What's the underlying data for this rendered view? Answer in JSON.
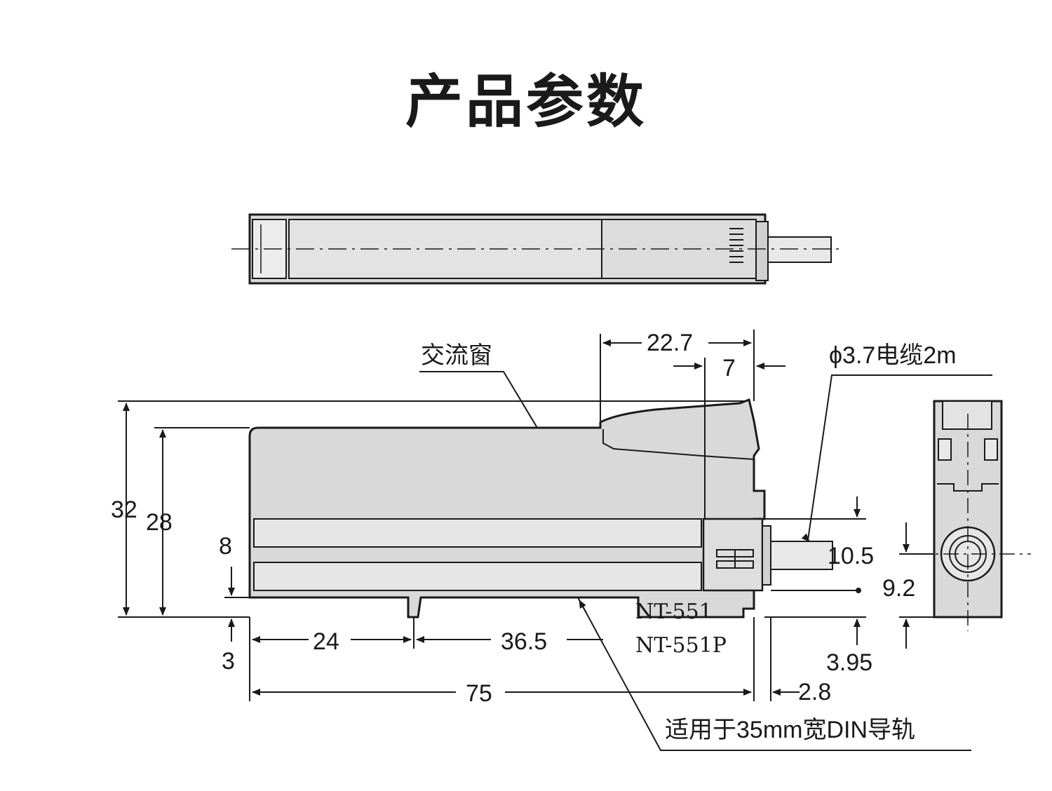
{
  "title": "产品参数",
  "labels": {
    "window": "交流窗",
    "cable": "ϕ3.7电缆2m",
    "rail": "适用于35mm宽DIN导轨",
    "model1": "NT-551",
    "model2": "NT-551P"
  },
  "dimensions": {
    "d22_7": "22.7",
    "d7": "7",
    "d32": "32",
    "d28": "28",
    "d8": "8",
    "d3": "3",
    "d24": "24",
    "d36_5": "36.5",
    "d75": "75",
    "d10_5": "10.5",
    "d9_2": "9.2",
    "d3_95": "3.95",
    "d2_8": "2.8"
  },
  "colors": {
    "line": "#1a1a1a",
    "body_fill": "#d9d9d9",
    "body_fill_light": "#e6e6e6"
  }
}
